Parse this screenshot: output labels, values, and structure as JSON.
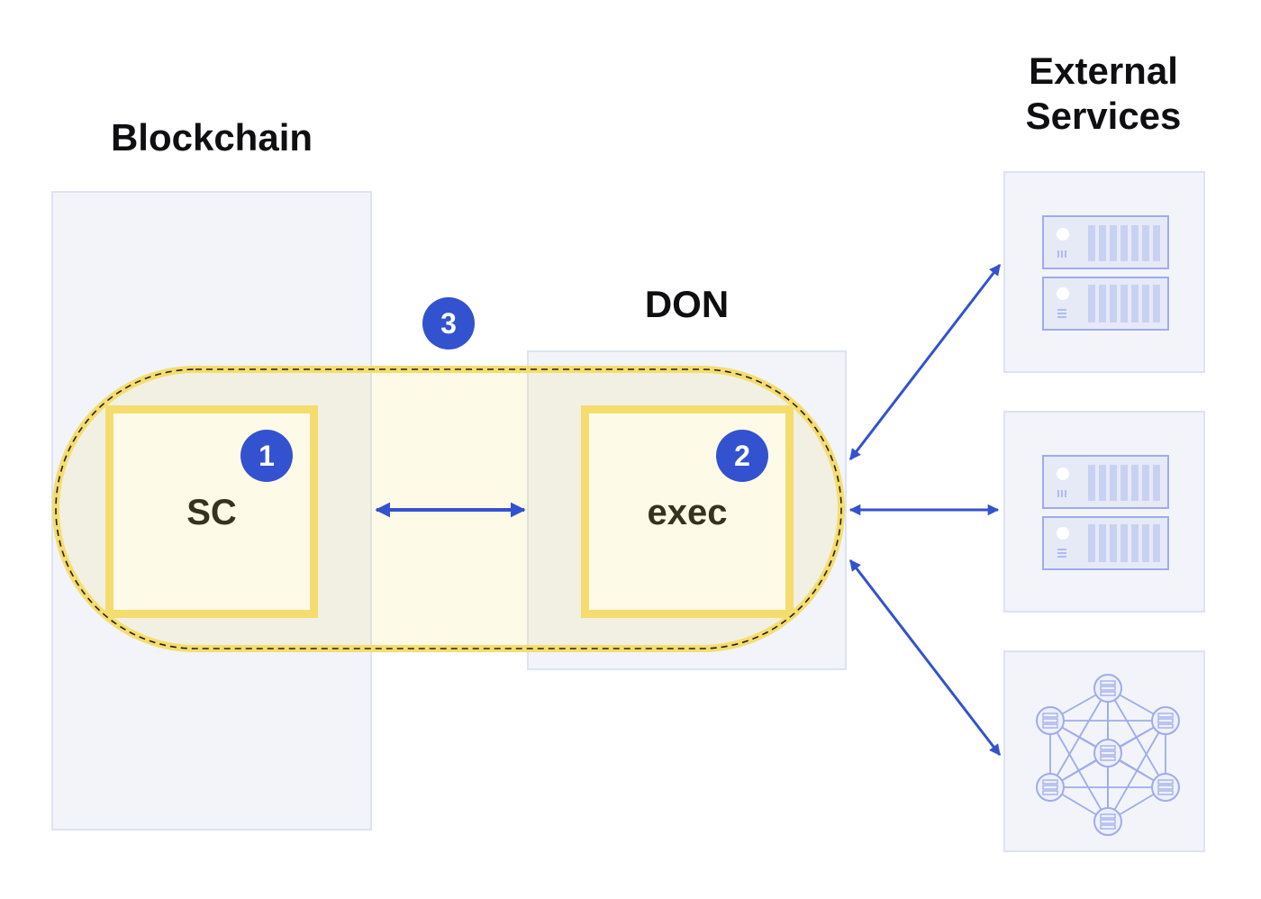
{
  "labels": {
    "blockchain": "Blockchain",
    "external_line1": "External",
    "external_line2": "Services",
    "don": "DON"
  },
  "boxes": {
    "sc": "SC",
    "exec": "exec"
  },
  "badges": {
    "one": "1",
    "two": "2",
    "three": "3"
  },
  "services": [
    {
      "icon": "server-rack-icon"
    },
    {
      "icon": "server-rack-icon"
    },
    {
      "icon": "network-nodes-icon"
    }
  ],
  "colors": {
    "accent_blue": "#3352cf",
    "highlight_yellow": "#f5dd6e",
    "panel_bg": "#f2f4f9",
    "panel_border": "#dde3f1",
    "icon_blue": "#9eacec"
  }
}
